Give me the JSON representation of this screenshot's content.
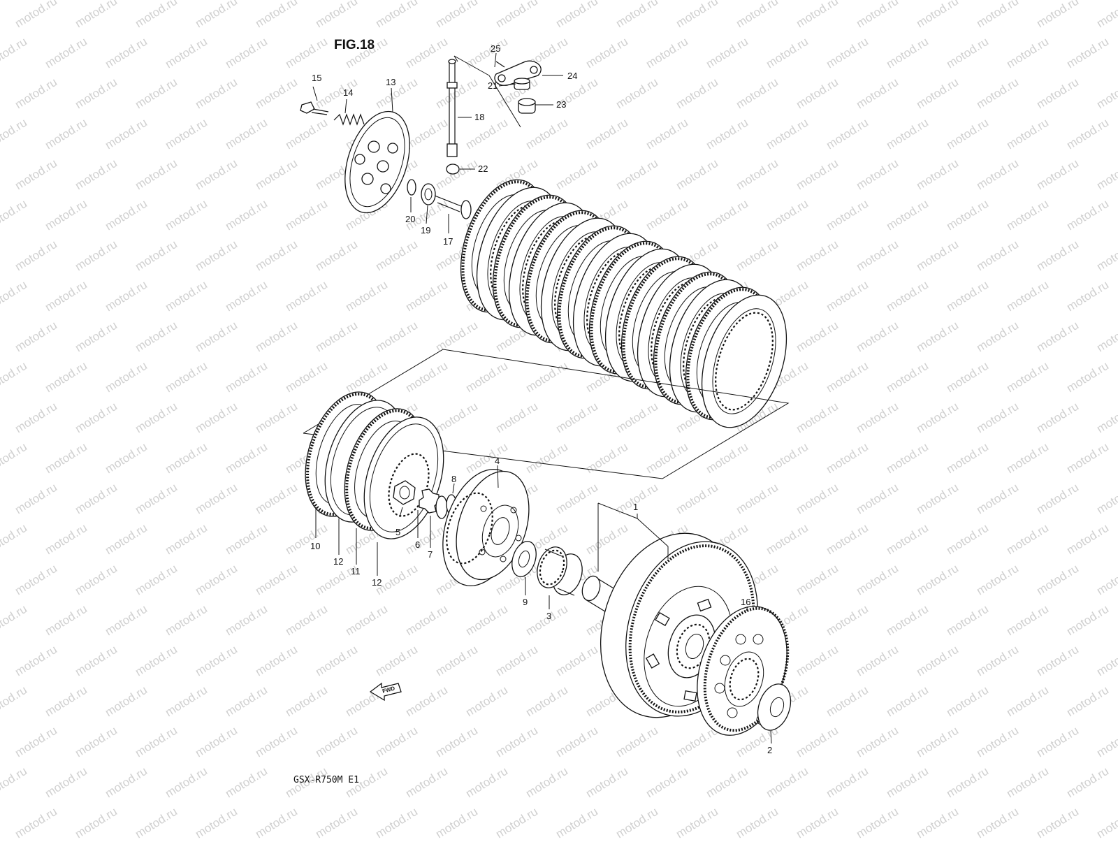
{
  "diagram": {
    "title": "FIG.18",
    "model": "GSX-R750M E1",
    "watermark": "motod.ru",
    "fwd_label": "FWD",
    "callouts": {
      "c1": "1",
      "c2": "2",
      "c3": "3",
      "c4": "4",
      "c5": "5",
      "c6": "6",
      "c7": "7",
      "c8": "8",
      "c9": "9",
      "c10": "10",
      "c11": "11",
      "c12a": "12",
      "c12b": "12",
      "c13": "13",
      "c14": "14",
      "c15": "15",
      "c16": "16",
      "c17": "17",
      "c18": "18",
      "c19": "19",
      "c20": "20",
      "c21": "21",
      "c22": "22",
      "c23": "23",
      "c24": "24",
      "c25": "25"
    }
  }
}
